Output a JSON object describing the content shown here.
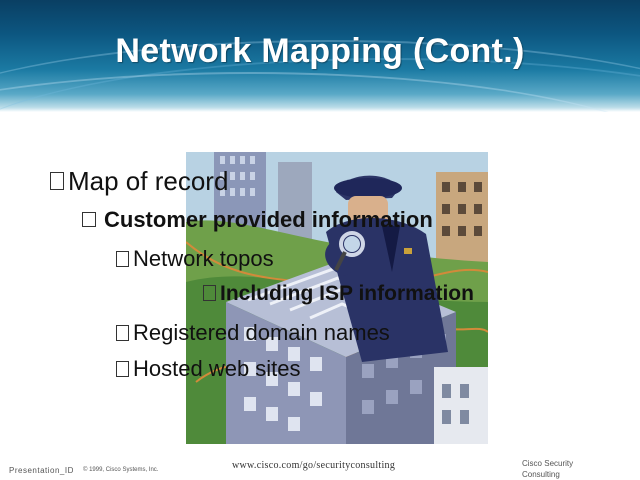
{
  "slide": {
    "title": "Network Mapping (Cont.)"
  },
  "bullets": {
    "l1": "Map of record",
    "l2": "Customer provided information",
    "l3a": "Network topos",
    "l4": "Including ISP information",
    "l3b": "Registered domain names",
    "l3c": "Hosted web sites"
  },
  "footer": {
    "presentation_id": "Presentation_ID",
    "copyright": "© 1999, Cisco Systems, Inc.",
    "url": "www.cisco.com/go/securityconsulting",
    "brand_line1": "Cisco Security",
    "brand_line2": "Consulting"
  },
  "colors": {
    "header_dark": "#0a3f63",
    "header_mid": "#1b7aa3",
    "title_text": "#ffffff",
    "body_text": "#111111"
  },
  "icons": {
    "illustration": "security-guard-maze-city-illustration",
    "bullet": "hollow-square-bullet-icon"
  }
}
